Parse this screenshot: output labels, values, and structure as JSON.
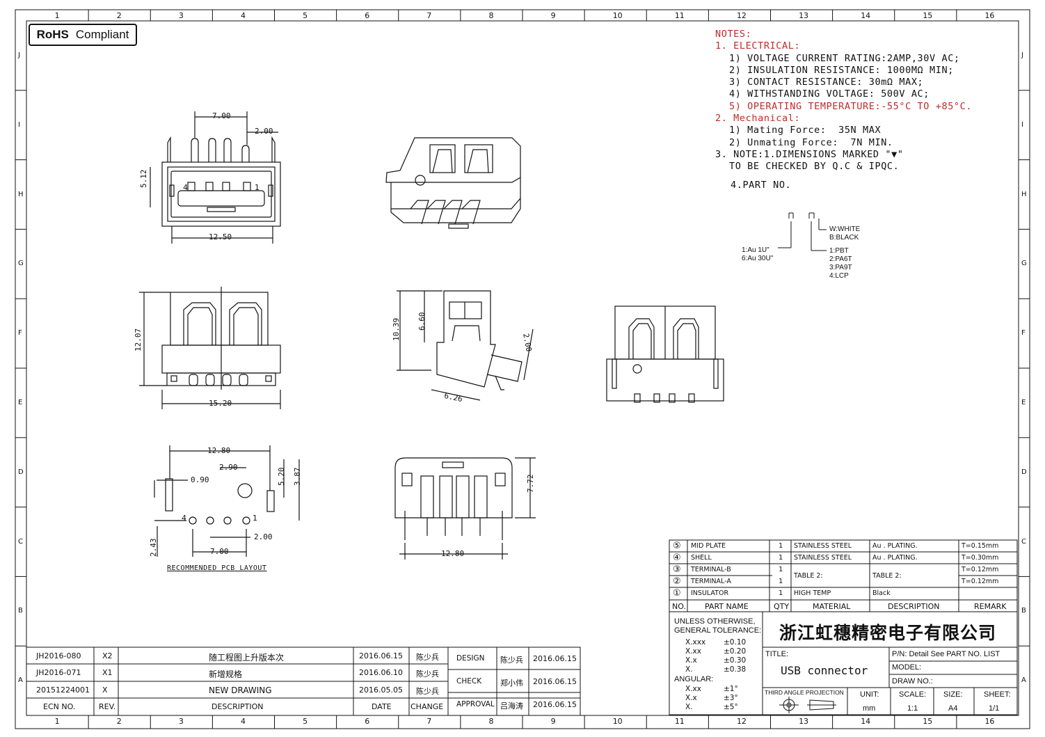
{
  "rohs": {
    "badge": "RoHS",
    "text": "Compliant"
  },
  "frame": {
    "col_numbers": [
      "1",
      "2",
      "3",
      "4",
      "5",
      "6",
      "7",
      "8",
      "9",
      "10",
      "11",
      "12",
      "13",
      "14",
      "15",
      "16"
    ],
    "row_letters": [
      "J",
      "I",
      "H",
      "G",
      "F",
      "E",
      "D",
      "C",
      "B",
      "A"
    ]
  },
  "notes": {
    "lines": [
      {
        "text": "NOTES:",
        "red": true,
        "indent": 0
      },
      {
        "text": "1. ELECTRICAL:",
        "red": true,
        "indent": 0
      },
      {
        "text": "1) VOLTAGE CURRENT RATING:2AMP,30V AC;",
        "red": false,
        "indent": 1
      },
      {
        "text": "2) INSULATION RESISTANCE: 1000MΩ MIN;",
        "red": false,
        "indent": 1
      },
      {
        "text": "3) CONTACT RESISTANCE: 30mΩ MAX;",
        "red": false,
        "indent": 1
      },
      {
        "text": "4) WITHSTANDING VOLTAGE: 500V AC;",
        "red": false,
        "indent": 1
      },
      {
        "text": "5) OPERATING TEMPERATURE:-55°C TO +85°C.",
        "red": true,
        "indent": 1
      },
      {
        "text": "2. Mechanical:",
        "red": true,
        "indent": 0
      },
      {
        "text": "1) Mating Force:  35N MAX",
        "red": false,
        "indent": 1
      },
      {
        "text": "2) Unmating Force:  7N MIN.",
        "red": false,
        "indent": 1
      },
      {
        "text": "3. NOTE:1.DIMENSIONS MARKED \"▼\"",
        "red": false,
        "indent": 0
      },
      {
        "text": "TO BE CHECKED BY Q.C & IPQC.",
        "red": false,
        "indent": 1
      }
    ],
    "part_no_label": "4.PART NO."
  },
  "part_code": {
    "color_options": [
      "W:WHITE",
      "B:BLACK"
    ],
    "plating_options": [
      "1:Au 1U\"",
      "6:Au 30U\""
    ],
    "material_options": [
      "1:PBT",
      "2:PA6T",
      "3:PA9T",
      "4:LCP"
    ]
  },
  "dimensions": {
    "front": {
      "pin_pitch_total": "7.00",
      "pin_offset": "2.00",
      "height": "5.12",
      "width": "12.50",
      "pin_4": "4",
      "pin_1": "1"
    },
    "bottom": {
      "length": "12.07",
      "width": "15.20"
    },
    "side": {
      "total": "10.39",
      "upper": "6.60",
      "pin": "2.00",
      "depth": "6.26"
    },
    "pcb": {
      "span": "12.80",
      "offset": "2.90",
      "slot_width": "0.90",
      "hole_a": "5.20",
      "hole_b": "3.87",
      "edge": "2.43",
      "pitch_total": "7.00",
      "pitch": "2.00",
      "pin_4": "4",
      "pin_1": "1",
      "caption": "RECOMMENDED PCB LAYOUT"
    },
    "top": {
      "height": "7.72",
      "width": "12.80"
    }
  },
  "bom": {
    "rows": [
      {
        "no": "⑤",
        "name": "MID PLATE",
        "qty": "1",
        "material": "STAINLESS STEEL",
        "description": "Au . PLATING.",
        "remark": "T=0.15mm"
      },
      {
        "no": "④",
        "name": "SHELL",
        "qty": "1",
        "material": "STAINLESS STEEL",
        "description": "Au . PLATING.",
        "remark": "T=0.30mm"
      },
      {
        "no": "③",
        "name": "TERMINAL-B",
        "qty": "1",
        "material": "TABLE 2:",
        "description": "TABLE 2:",
        "remark": "T=0.12mm"
      },
      {
        "no": "②",
        "name": "TERMINAL-A",
        "qty": "1",
        "material": "",
        "description": "",
        "remark": "T=0.12mm"
      },
      {
        "no": "①",
        "name": "INSULATOR",
        "qty": "1",
        "material": "HIGH TEMP",
        "description": "Black",
        "remark": ""
      }
    ],
    "headers": {
      "no": "NO.",
      "name": "PART NAME",
      "qty": "QTY",
      "material": "MATERIAL",
      "description": "DESCRIPTION",
      "remark": "REMARK"
    }
  },
  "tolerance": {
    "title1": "UNLESS OTHERWISE,",
    "title2": "GENERAL TOLERANCE:",
    "linear": [
      {
        "fmt": "X.xxx",
        "val": "±0.10"
      },
      {
        "fmt": "X.xx",
        "val": "±0.20"
      },
      {
        "fmt": "X.x",
        "val": "±0.30"
      },
      {
        "fmt": "X.",
        "val": "±0.38"
      }
    ],
    "angular_label": "ANGULAR:",
    "angular": [
      {
        "fmt": "X.xx",
        "val": "±1°"
      },
      {
        "fmt": "X.x",
        "val": "±3°"
      },
      {
        "fmt": "X.",
        "val": "±5°"
      }
    ]
  },
  "company": "浙江虹穗精密电子有限公司",
  "title_block": {
    "title_label": "TITLE:",
    "title": "USB connector",
    "pn_label": "P/N: Detail  See  PART  NO.  LIST",
    "model_label": "MODEL:",
    "drawno_label": "DRAW  NO.:",
    "projection": "THIRD  ANGLE  PROJECTION",
    "unit_label": "UNIT:",
    "unit": "mm",
    "scale_label": "SCALE:",
    "scale": "1:1",
    "size_label": "SIZE:",
    "size": "A4",
    "sheet_label": "SHEET:",
    "sheet": "1/1"
  },
  "revisions": {
    "rows": [
      {
        "ecn": "JH2016-080",
        "rev": "X2",
        "desc": "随工程图上升版本次",
        "date": "2016.06.15",
        "by": "陈少兵"
      },
      {
        "ecn": "JH2016-071",
        "rev": "X1",
        "desc": "新增规格",
        "date": "2016.06.10",
        "by": "陈少兵"
      },
      {
        "ecn": "20151224001",
        "rev": "X",
        "desc": "NEW  DRAWING",
        "date": "2016.05.05",
        "by": "陈少兵"
      }
    ],
    "headers": {
      "ecn": "ECN  NO.",
      "rev": "REV.",
      "desc": "DESCRIPTION",
      "date": "DATE",
      "change": "CHANGE"
    }
  },
  "approvals": [
    {
      "role": "DESIGN",
      "name": "陈少兵",
      "date": "2016.06.15"
    },
    {
      "role": "CHECK",
      "name": "郑小伟",
      "date": "2016.06.15"
    },
    {
      "role": "APPROVAL",
      "name": "吕海涛",
      "date": "2016.06.15"
    }
  ]
}
